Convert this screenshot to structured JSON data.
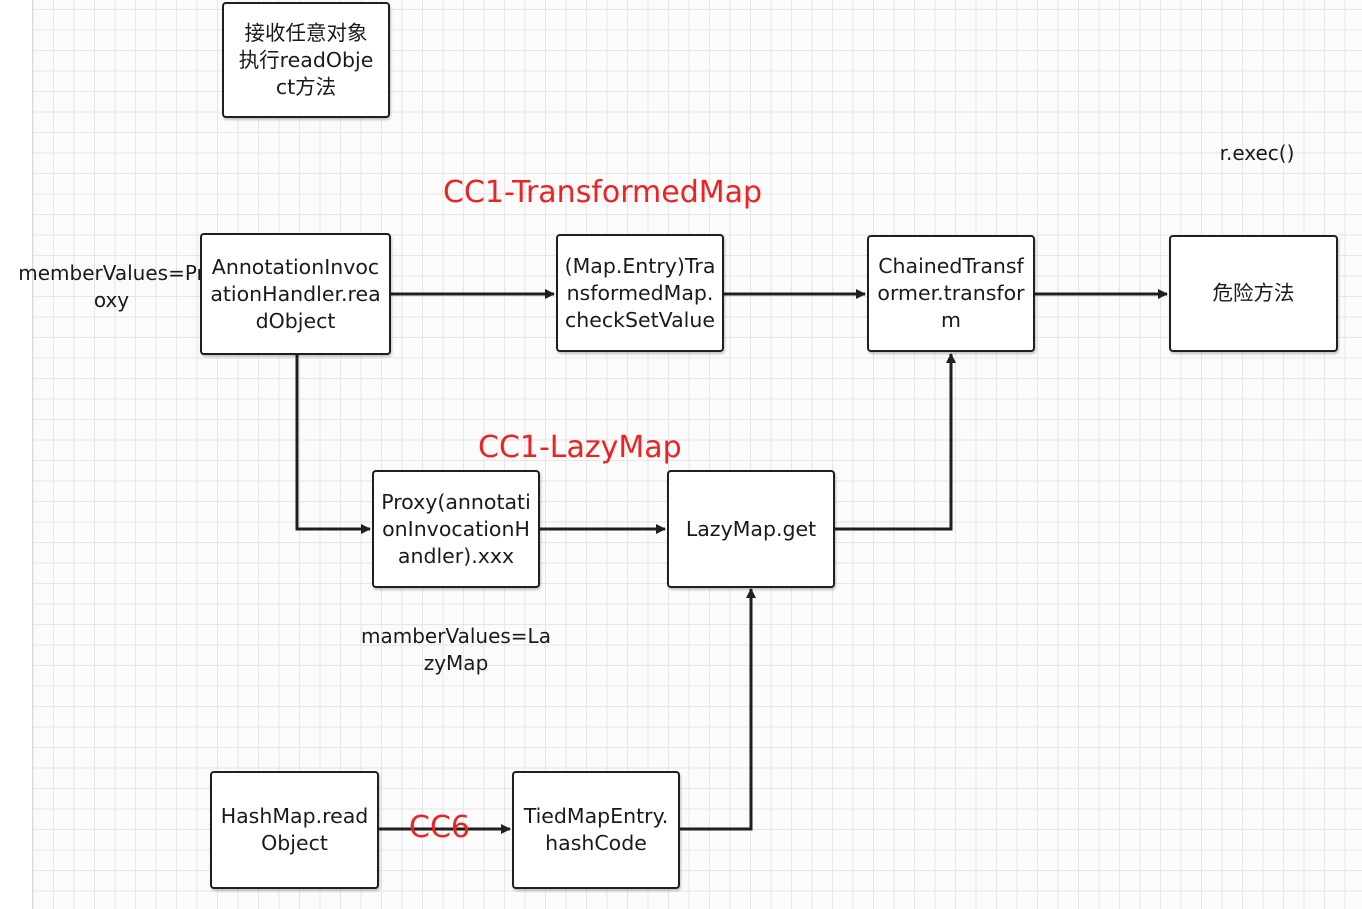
{
  "nodes": {
    "entry_point": "接收任意对象执行readObject方法",
    "annotation_invocation_handler": "AnnotationInvocationHandler.readObject",
    "map_entry_checksetvalue": "(Map.Entry)TransformedMap.checkSetValue",
    "chained_transformer": "ChainedTransformer.transform",
    "dangerous_method": "危险方法",
    "proxy": "Proxy(annotationInvocationHandler).xxx",
    "lazymap_get": "LazyMap.get",
    "hashmap_readobject": "HashMap.readObject",
    "tiedmapentry_hashcode": "TiedMapEntry.hashCode"
  },
  "labels": {
    "r_exec": "r.exec()",
    "member_values_proxy": "memberValues=Proxy",
    "member_values_lazymap": "mamberValues=LazyMap"
  },
  "chain_labels": {
    "cc1_transformedmap": "CC1-TransformedMap",
    "cc1_lazymap": "CC1-LazyMap",
    "cc6": "CC6"
  },
  "colors": {
    "chain_label": "#ee2222",
    "node_border": "#1f1f1f",
    "arrow": "#1f1f1f"
  }
}
